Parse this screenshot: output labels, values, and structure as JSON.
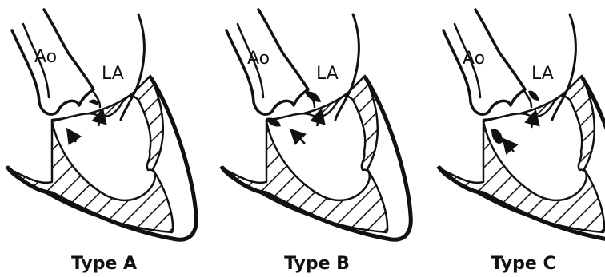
{
  "panels": [
    {
      "chamber_aorta": "Ao",
      "chamber_left_atrium": "LA",
      "caption": "Type A"
    },
    {
      "chamber_aorta": "Ao",
      "chamber_left_atrium": "LA",
      "caption": "Type B"
    },
    {
      "chamber_aorta": "Ao",
      "chamber_left_atrium": "LA",
      "caption": "Type C"
    }
  ],
  "colors": {
    "ink": "#111111",
    "paper": "#ffffff"
  }
}
